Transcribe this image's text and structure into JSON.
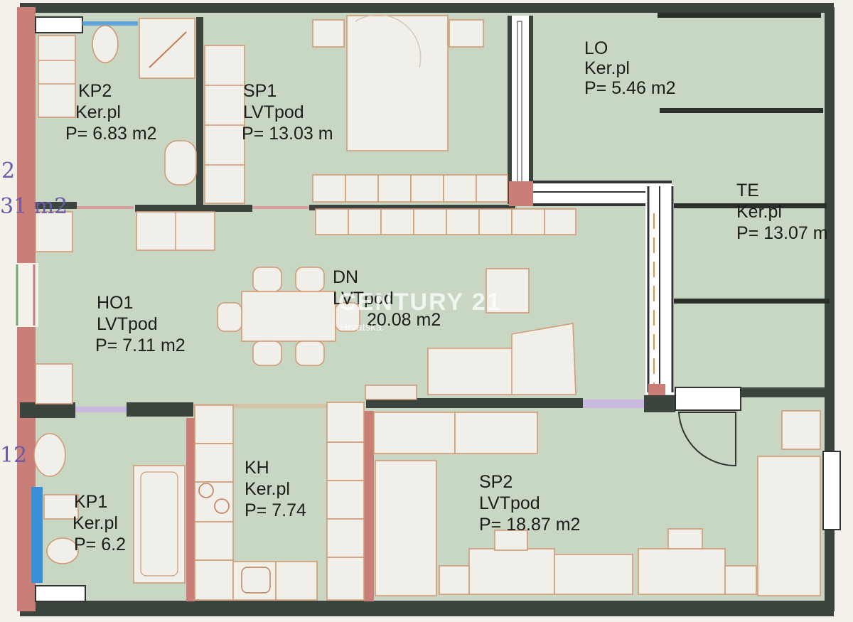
{
  "rooms": {
    "kp2": {
      "name": "KP2",
      "floor": "Ker.pl",
      "area": "P= 6.83 m2"
    },
    "sp1": {
      "name": "SP1",
      "floor": "LVTpod",
      "area": "P= 13.03 m"
    },
    "lo": {
      "name": "LO",
      "floor": "Ker.pl",
      "area": "P= 5.46 m2"
    },
    "te": {
      "name": "TE",
      "floor": "Ker.pl",
      "area": "P= 13.07 m"
    },
    "dn": {
      "name": "DN",
      "floor": "LVTpod",
      "area": "20.08 m2"
    },
    "ho1": {
      "name": "HO1",
      "floor": "LVTpod",
      "area": "P= 7.11 m2"
    },
    "kh": {
      "name": "KH",
      "floor": "Ker.pl",
      "area": "P= 7.74"
    },
    "kp1": {
      "name": "KP1",
      "floor": "Ker.pl",
      "area": "P= 6.2"
    },
    "sp2": {
      "name": "SP2",
      "floor": "LVTpod",
      "area": "P= 18.87 m2"
    }
  },
  "watermark": {
    "brand": "CENTURY 21",
    "region": "Hrvatska"
  },
  "margin_marks": [
    "2",
    "31 m2",
    "12"
  ],
  "colors": {
    "floor": "#c8d6c4",
    "wall": "#3c453d",
    "brick_wall": "#c97f78",
    "furniture_stroke": "#d29a75",
    "handwriting": "#6a5aa8",
    "window_blue": "#3a8fd6"
  }
}
